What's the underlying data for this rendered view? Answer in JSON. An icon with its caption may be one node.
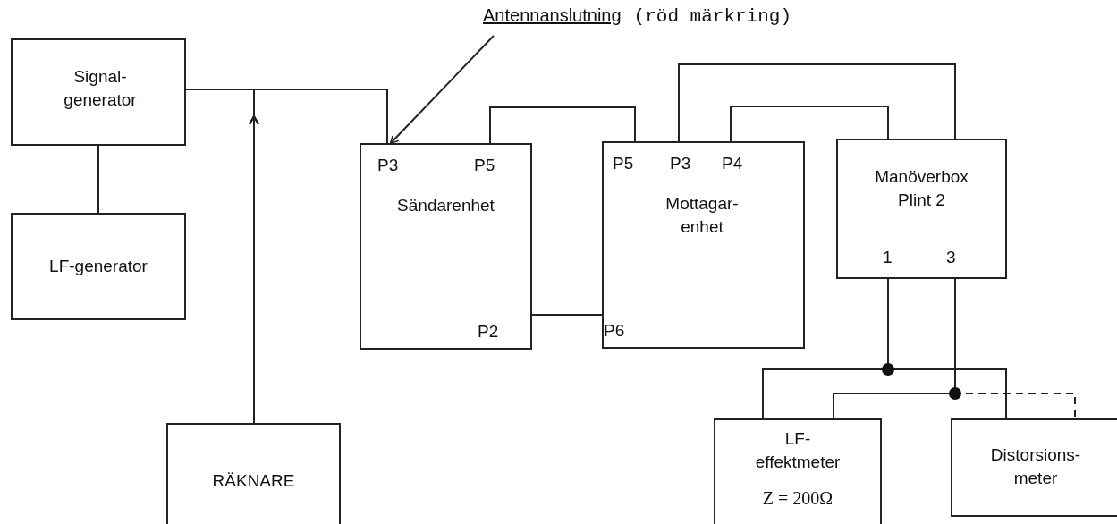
{
  "diagram": {
    "nodes": [
      {
        "text": [
          "Signal- generator"
        ]
      },
      {
        "text": [
          "LF-generator"
        ]
      },
      {
        "text": [
          "RÄKNARE"
        ]
      },
      {
        "text": [
          "P3",
          "P5",
          "Sändarenhet",
          "P2"
        ]
      },
      {
        "text": [
          "P5",
          "P3",
          "P4",
          "Mottagar- enhet",
          "P6"
        ]
      },
      {
        "text": [
          "Manöverbox Plint 2",
          "1",
          "3"
        ]
      },
      {
        "text": [
          "LF- effektmeter",
          "Z = 200Ω"
        ]
      },
      {
        "text": [
          "Distorsions- meter"
        ]
      },
      {
        "text": [
          "Antennanslutning",
          "(röd märkring)"
        ]
      }
    ],
    "edges": [
      {
        "from": 0,
        "to": 1,
        "arrow": "none"
      },
      {
        "from": 0,
        "to": 3,
        "arrow": "none"
      },
      {
        "from": 2,
        "to": 0,
        "arrow": "to"
      },
      {
        "from": 2,
        "to": 3,
        "arrow": "to"
      },
      {
        "from": 3,
        "to": 4,
        "arrow": "none"
      },
      {
        "from": 3,
        "to": 4,
        "arrow": "none"
      },
      {
        "from": 4,
        "to": 5,
        "arrow": "none"
      },
      {
        "from": 4,
        "to": 5,
        "arrow": "none"
      },
      {
        "from": 5,
        "to": 6,
        "arrow": "none"
      },
      {
        "from": 5,
        "to": 7,
        "arrow": "none"
      },
      {
        "from": 5,
        "to": 6,
        "arrow": "none"
      },
      {
        "from": 5,
        "to": 7,
        "arrow": "none",
        "style": "dashed"
      },
      {
        "from": 8,
        "to": 3,
        "arrow": "to"
      }
    ]
  }
}
